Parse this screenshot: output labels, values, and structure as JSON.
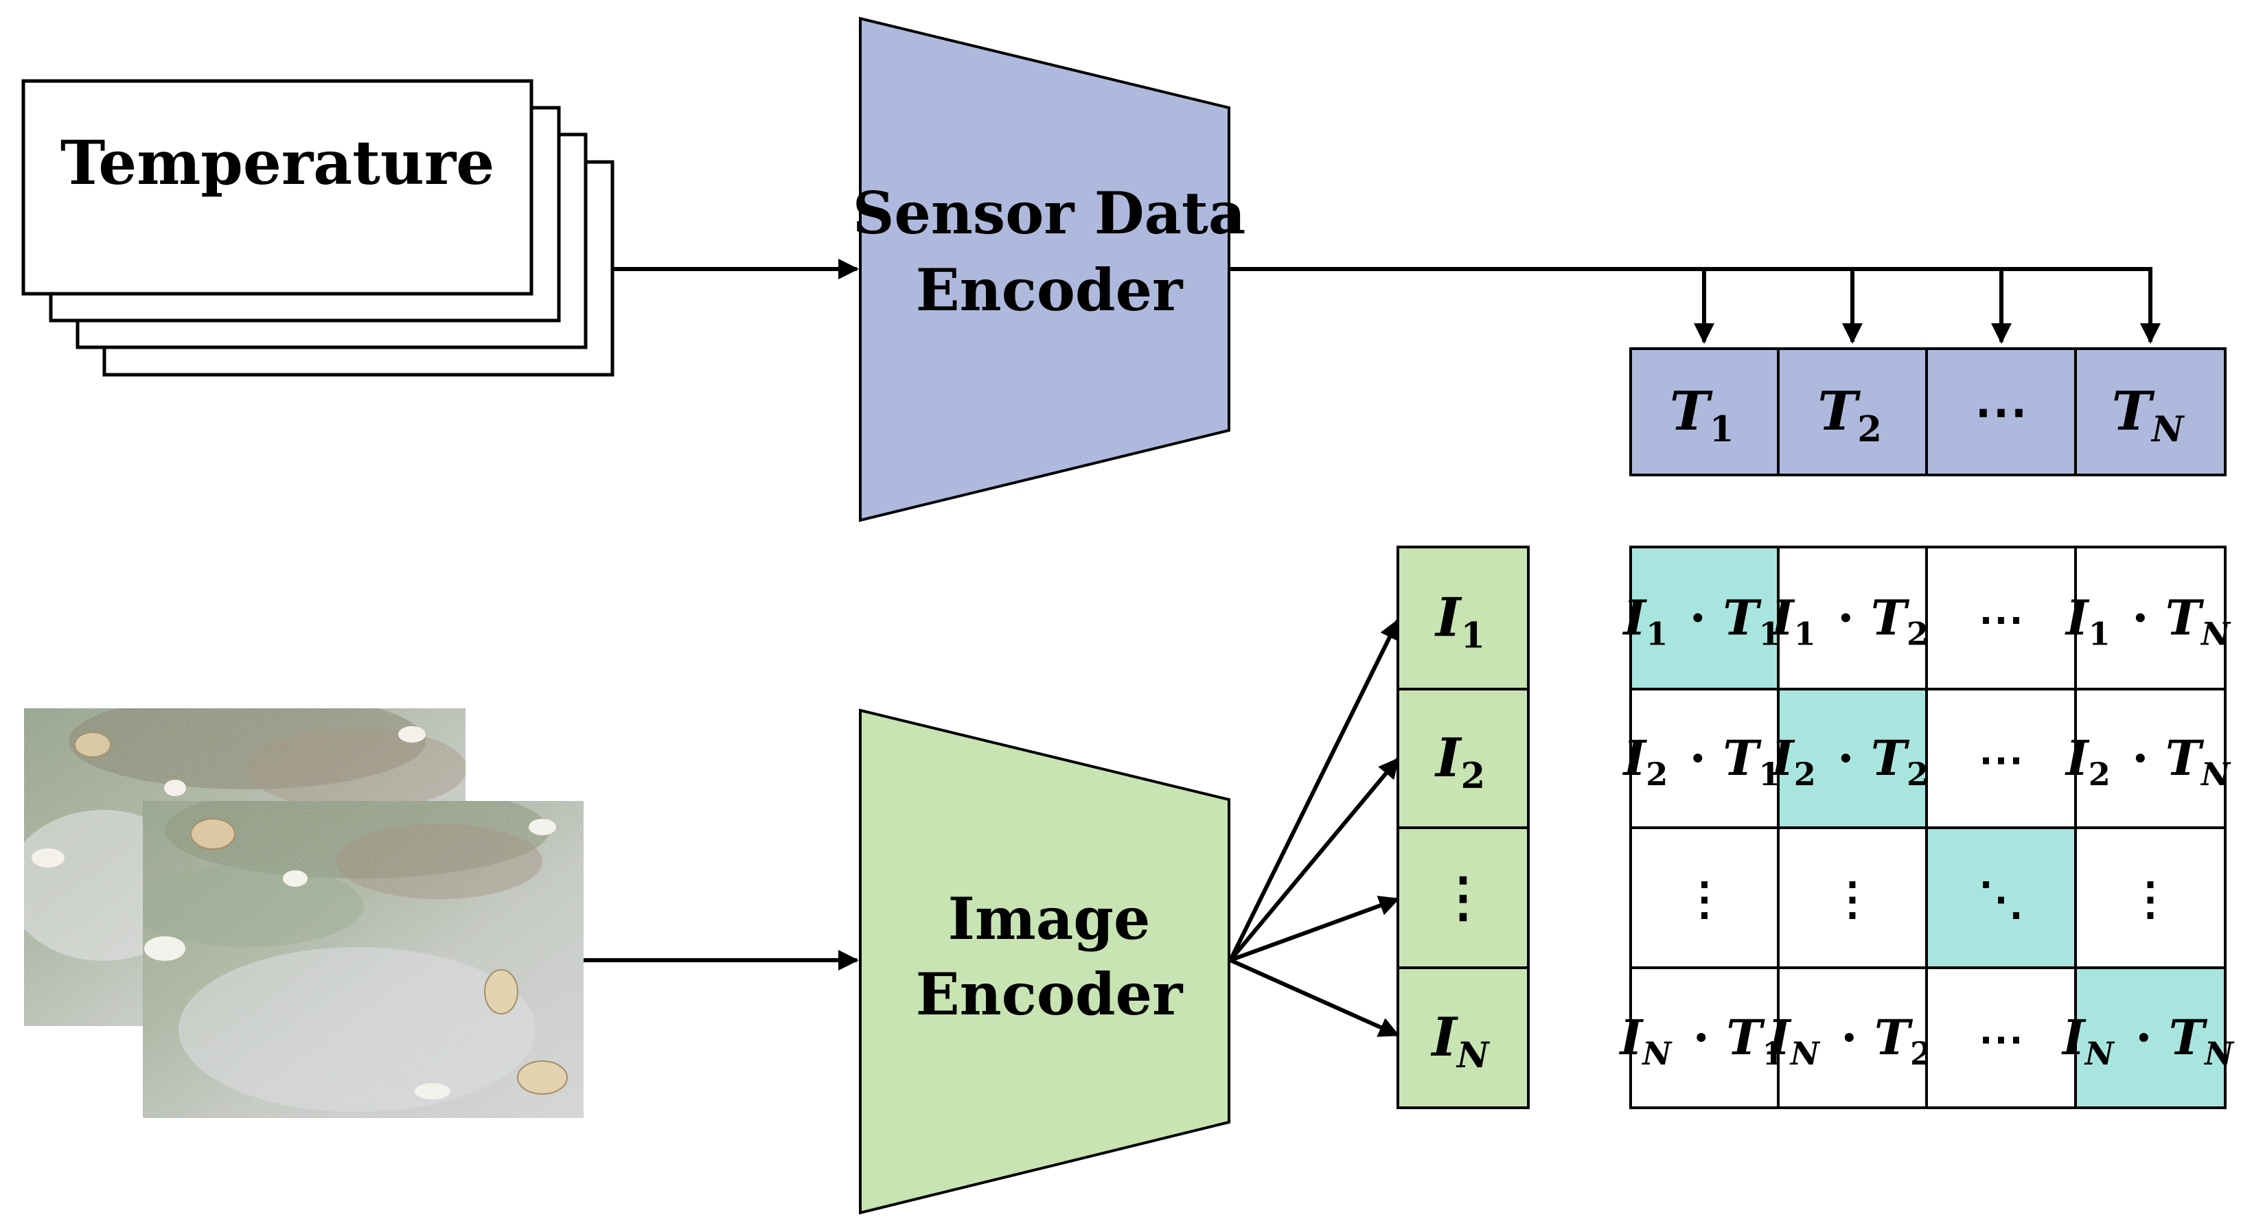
{
  "colors": {
    "sensor_encoder_fill": "#aeb9dd",
    "image_encoder_fill": "#c7e4b2",
    "highlight_fill": "#a9e5df",
    "stroke": "#000000",
    "background": "#ffffff"
  },
  "input_stack": {
    "label": "Temperature"
  },
  "sensor_encoder": {
    "line1": "Sensor Data",
    "line2": "Encoder"
  },
  "image_encoder": {
    "line1": "Image",
    "line2": "Encoder"
  },
  "insect_images": {
    "icon": "leaf-with-insects-photo",
    "count": 2
  },
  "text_embeddings": [
    {
      "base": "T",
      "sub": "1"
    },
    {
      "base": "T",
      "sub": "2"
    },
    {
      "base": "⋯",
      "sub": ""
    },
    {
      "base": "T",
      "sub": "N"
    }
  ],
  "image_embeddings": [
    {
      "base": "I",
      "sub": "1"
    },
    {
      "base": "I",
      "sub": "2"
    },
    {
      "base": "⋮",
      "sub": ""
    },
    {
      "base": "I",
      "sub": "N"
    }
  ],
  "similarity_matrix": {
    "dot": "·",
    "rows": [
      [
        {
          "kind": "pair",
          "i": "1",
          "t": "1",
          "highlight": true
        },
        {
          "kind": "pair",
          "i": "1",
          "t": "2",
          "highlight": false
        },
        {
          "kind": "glyph",
          "text": "⋯",
          "highlight": false
        },
        {
          "kind": "pair",
          "i": "1",
          "t": "N",
          "highlight": false
        }
      ],
      [
        {
          "kind": "pair",
          "i": "2",
          "t": "1",
          "highlight": false
        },
        {
          "kind": "pair",
          "i": "2",
          "t": "2",
          "highlight": true
        },
        {
          "kind": "glyph",
          "text": "⋯",
          "highlight": false
        },
        {
          "kind": "pair",
          "i": "2",
          "t": "N",
          "highlight": false
        }
      ],
      [
        {
          "kind": "glyph",
          "text": "⋮",
          "highlight": false
        },
        {
          "kind": "glyph",
          "text": "⋮",
          "highlight": false
        },
        {
          "kind": "glyph",
          "text": "⋱",
          "highlight": true
        },
        {
          "kind": "glyph",
          "text": "⋮",
          "highlight": false
        }
      ],
      [
        {
          "kind": "pair",
          "i": "N",
          "t": "1",
          "highlight": false
        },
        {
          "kind": "pair",
          "i": "N",
          "t": "2",
          "highlight": false
        },
        {
          "kind": "glyph",
          "text": "⋯",
          "highlight": false
        },
        {
          "kind": "pair",
          "i": "N",
          "t": "N",
          "highlight": true
        }
      ]
    ]
  }
}
